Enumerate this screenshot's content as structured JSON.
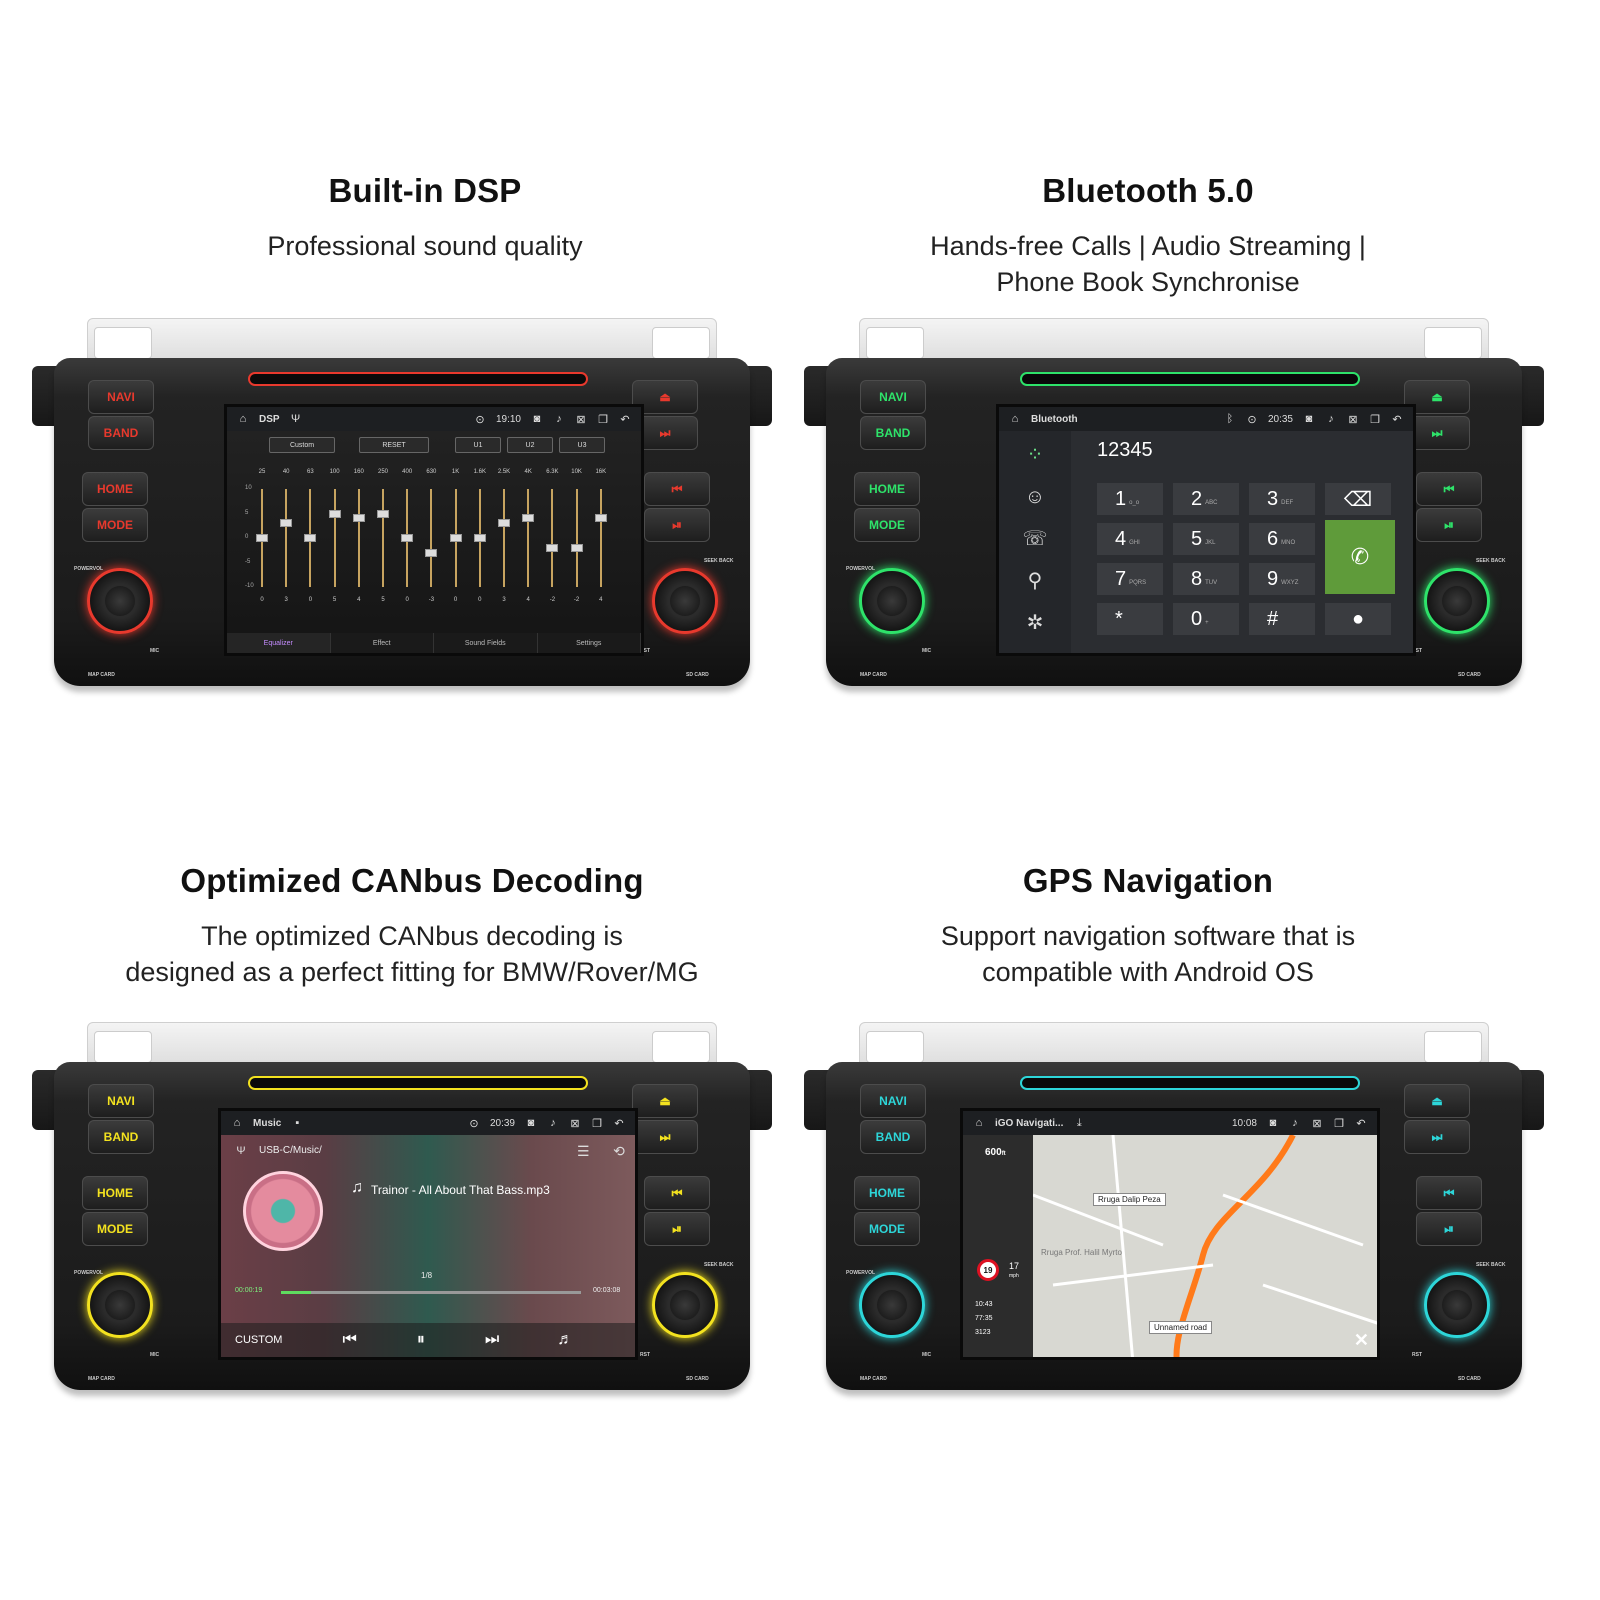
{
  "features": [
    {
      "title": "Built-in DSP",
      "subtitle_lines": [
        "Professional sound quality"
      ]
    },
    {
      "title": "Bluetooth 5.0",
      "subtitle_lines": [
        "Hands-free Calls | Audio Streaming |",
        "Phone Book Synchronise"
      ]
    },
    {
      "title": "Optimized CANbus Decoding",
      "subtitle_lines": [
        "The optimized CANbus decoding is",
        "designed as a perfect fitting for BMW/Rover/MG"
      ]
    },
    {
      "title": "GPS Navigation",
      "subtitle_lines": [
        "Support navigation software that is",
        "compatible with Android OS"
      ]
    }
  ],
  "unit_buttons": {
    "navi": "NAVI",
    "band": "BAND",
    "home": "HOME",
    "mode": "MODE",
    "eject": "⏏",
    "next": "⏭",
    "prev": "⏮",
    "playpause": "⏯",
    "powervol": "POWERVOL",
    "seekback": "SEEK BACK",
    "mic": "MIC",
    "rst": "RST",
    "map_card": "MAP CARD",
    "sd_card": "SD CARD"
  },
  "accent_colors": {
    "dsp": "#e8392d",
    "bluetooth": "#2ee36a",
    "music": "#f3e21f",
    "nav": "#2dd6d9"
  },
  "dsp": {
    "app": "DSP",
    "time": "19:10",
    "preset": "Custom",
    "reset": "RESET",
    "u1": "U1",
    "u2": "U2",
    "u3": "U3",
    "freqs": [
      "25",
      "40",
      "63",
      "100",
      "160",
      "250",
      "400",
      "630",
      "1K",
      "1.6K",
      "2.5K",
      "4K",
      "6.3K",
      "10K",
      "16K"
    ],
    "gains": [
      0,
      3,
      0,
      5,
      4,
      5,
      0,
      -3,
      0,
      0,
      3,
      4,
      -2,
      -2,
      4
    ],
    "ylabels": [
      "10",
      "5",
      "0",
      "-5",
      "-10"
    ],
    "tabs": [
      "Equalizer",
      "Effect",
      "Sound Fields",
      "Settings"
    ]
  },
  "bluetooth": {
    "app": "Bluetooth",
    "time": "20:35",
    "number": "12345",
    "keys": [
      {
        "d": "1",
        "s": "o_o"
      },
      {
        "d": "2",
        "s": "ABC"
      },
      {
        "d": "3",
        "s": "DEF"
      },
      {
        "d": "4",
        "s": "GHI"
      },
      {
        "d": "5",
        "s": "JKL"
      },
      {
        "d": "6",
        "s": "MNO"
      },
      {
        "d": "7",
        "s": "PQRS"
      },
      {
        "d": "8",
        "s": "TUV"
      },
      {
        "d": "9",
        "s": "WXYZ"
      },
      {
        "d": "*",
        "s": ""
      },
      {
        "d": "0",
        "s": "+"
      },
      {
        "d": "#",
        "s": ""
      }
    ]
  },
  "music": {
    "app": "Music",
    "time": "20:39",
    "path": "USB-C/Music/",
    "track": "Trainor - All About That Bass.mp3",
    "count": "1/8",
    "elapsed": "00:00:19",
    "total": "00:03:08",
    "progress": 0.1,
    "mode": "CUSTOM"
  },
  "nav": {
    "app": "iGO Navigati...",
    "time": "10:08",
    "dist": "600",
    "dist_unit": "ft",
    "street1": "Rruga Dalip Peza",
    "street2": "Rruga Prof. Halil Myrto",
    "street3": "Unnamed road",
    "speed_limit": "19",
    "speed": "17",
    "speed_unit": "mph",
    "eta": "10:43",
    "remaining_time": "77:35",
    "remaining_dist": "3123"
  }
}
